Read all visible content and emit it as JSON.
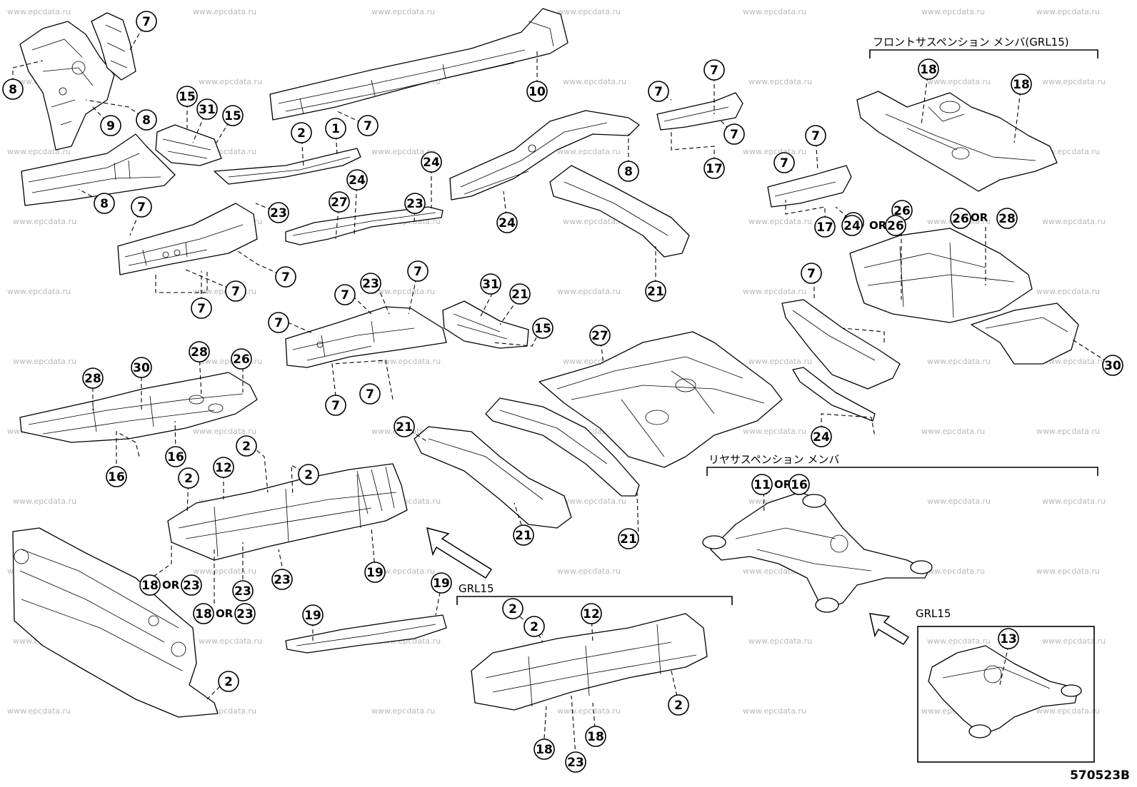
{
  "diagram": {
    "code": "570523B",
    "watermark": "www.epcdata.ru",
    "groups": {
      "front_suspension_member": "フロントサスペンション メンバ(GRL15)",
      "rear_suspension_member": "リヤサスペンション メンバ",
      "grl15_floor": "GRL15",
      "grl15_inset": "GRL15"
    },
    "or_word": "OR",
    "callouts": [
      {
        "id": "c1",
        "n": "7"
      },
      {
        "id": "c2",
        "n": "8"
      },
      {
        "id": "c3",
        "n": "9"
      },
      {
        "id": "c4",
        "n": "8"
      },
      {
        "id": "c5",
        "n": "8"
      },
      {
        "id": "c6",
        "n": "10"
      },
      {
        "id": "c7",
        "n": "7"
      },
      {
        "id": "c8",
        "n": "15"
      },
      {
        "id": "c9",
        "n": "31"
      },
      {
        "id": "c10",
        "n": "15"
      },
      {
        "id": "c11",
        "n": "2"
      },
      {
        "id": "c12",
        "n": "1"
      },
      {
        "id": "c13",
        "n": "7"
      },
      {
        "id": "c14",
        "n": "7"
      },
      {
        "id": "c15",
        "n": "7"
      },
      {
        "id": "c16",
        "n": "8"
      },
      {
        "id": "c17",
        "n": "17"
      },
      {
        "id": "c18",
        "n": "18"
      },
      {
        "id": "c19",
        "n": "18"
      },
      {
        "id": "c20",
        "n": "7"
      },
      {
        "id": "c21",
        "n": "23"
      },
      {
        "id": "c22",
        "n": "7"
      },
      {
        "id": "c23",
        "n": "7"
      },
      {
        "id": "c24",
        "n": "7"
      },
      {
        "id": "c25",
        "n": "27"
      },
      {
        "id": "c26",
        "n": "24"
      },
      {
        "id": "c27",
        "n": "23"
      },
      {
        "id": "c28",
        "n": "24"
      },
      {
        "id": "c29",
        "n": "24"
      },
      {
        "id": "c30",
        "n": "21"
      },
      {
        "id": "c31",
        "n": "7"
      },
      {
        "id": "c32",
        "n": "7"
      },
      {
        "id": "c33",
        "n": "7"
      },
      {
        "id": "c34",
        "n": "17"
      },
      {
        "id": "c35",
        "n": "24"
      },
      {
        "id": "c36",
        "n": "26"
      },
      {
        "id": "c37",
        "n": "26"
      },
      {
        "id": "c38",
        "n": "26"
      },
      {
        "id": "c39",
        "n": "28"
      },
      {
        "id": "c40",
        "n": "23"
      },
      {
        "id": "c41",
        "n": "7"
      },
      {
        "id": "c42",
        "n": "7"
      },
      {
        "id": "c43",
        "n": "7"
      },
      {
        "id": "c44",
        "n": "7"
      },
      {
        "id": "c45",
        "n": "7"
      },
      {
        "id": "c46",
        "n": "31"
      },
      {
        "id": "c47",
        "n": "21"
      },
      {
        "id": "c48",
        "n": "15"
      },
      {
        "id": "c49",
        "n": "7"
      },
      {
        "id": "c50",
        "n": "28"
      },
      {
        "id": "c51",
        "n": "30"
      },
      {
        "id": "c52",
        "n": "28"
      },
      {
        "id": "c53",
        "n": "26"
      },
      {
        "id": "c54",
        "n": "16"
      },
      {
        "id": "c55",
        "n": "16"
      },
      {
        "id": "c56",
        "n": "27"
      },
      {
        "id": "c57",
        "n": "24"
      },
      {
        "id": "c58",
        "n": "30"
      },
      {
        "id": "c59",
        "n": "2"
      },
      {
        "id": "c60",
        "n": "12"
      },
      {
        "id": "c61",
        "n": "2"
      },
      {
        "id": "c62",
        "n": "2"
      },
      {
        "id": "c63",
        "n": "21"
      },
      {
        "id": "c64",
        "n": "21"
      },
      {
        "id": "c65",
        "n": "21"
      },
      {
        "id": "c66",
        "n": "11"
      },
      {
        "id": "c67",
        "n": "16"
      },
      {
        "id": "c68",
        "n": "18"
      },
      {
        "id": "c69",
        "n": "23"
      },
      {
        "id": "c70",
        "n": "23"
      },
      {
        "id": "c71",
        "n": "23"
      },
      {
        "id": "c72",
        "n": "19"
      },
      {
        "id": "c73",
        "n": "18"
      },
      {
        "id": "c74",
        "n": "23"
      },
      {
        "id": "c75",
        "n": "19"
      },
      {
        "id": "c76",
        "n": "19"
      },
      {
        "id": "c77",
        "n": "2"
      },
      {
        "id": "c78",
        "n": "2"
      },
      {
        "id": "c79",
        "n": "12"
      },
      {
        "id": "c80",
        "n": "2"
      },
      {
        "id": "c81",
        "n": "18"
      },
      {
        "id": "c82",
        "n": "18"
      },
      {
        "id": "c83",
        "n": "23"
      },
      {
        "id": "c84",
        "n": "13"
      },
      {
        "id": "c85",
        "n": "2"
      }
    ]
  }
}
